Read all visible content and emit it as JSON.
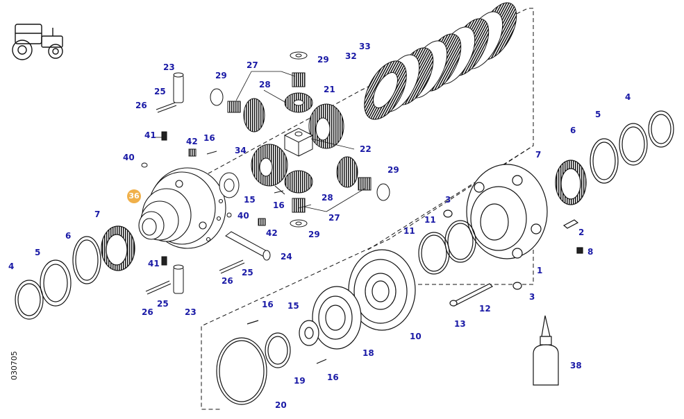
{
  "diagram": {
    "doc_number": "030705",
    "selected_part": "36",
    "accent_color": "#f0b04a",
    "label_color": "#1a1aa6",
    "icons": [
      "tractor-icon",
      "adhesive-bottle-icon"
    ]
  },
  "callouts": [
    {
      "id": "23a",
      "text": "23"
    },
    {
      "id": "25a",
      "text": "25"
    },
    {
      "id": "26a",
      "text": "26"
    },
    {
      "id": "41a",
      "text": "41"
    },
    {
      "id": "40a",
      "text": "40"
    },
    {
      "id": "42a",
      "text": "42"
    },
    {
      "id": "16a",
      "text": "16"
    },
    {
      "id": "34",
      "text": "34"
    },
    {
      "id": "36",
      "text": "36"
    },
    {
      "id": "7a",
      "text": "7"
    },
    {
      "id": "6a",
      "text": "6"
    },
    {
      "id": "5a",
      "text": "5"
    },
    {
      "id": "4a",
      "text": "4"
    },
    {
      "id": "41b",
      "text": "41"
    },
    {
      "id": "25b",
      "text": "25"
    },
    {
      "id": "26b",
      "text": "26"
    },
    {
      "id": "23b",
      "text": "23"
    },
    {
      "id": "26c",
      "text": "26"
    },
    {
      "id": "25c",
      "text": "25"
    },
    {
      "id": "24",
      "text": "24"
    },
    {
      "id": "42b",
      "text": "42"
    },
    {
      "id": "40b",
      "text": "40"
    },
    {
      "id": "15a",
      "text": "15"
    },
    {
      "id": "16b",
      "text": "16"
    },
    {
      "id": "29a",
      "text": "29"
    },
    {
      "id": "27a",
      "text": "27"
    },
    {
      "id": "28a",
      "text": "28"
    },
    {
      "id": "29b",
      "text": "29"
    },
    {
      "id": "21",
      "text": "21"
    },
    {
      "id": "22",
      "text": "22"
    },
    {
      "id": "29c",
      "text": "29"
    },
    {
      "id": "28b",
      "text": "28"
    },
    {
      "id": "27b",
      "text": "27"
    },
    {
      "id": "29d",
      "text": "29"
    },
    {
      "id": "32",
      "text": "32"
    },
    {
      "id": "33",
      "text": "33"
    },
    {
      "id": "4b",
      "text": "4"
    },
    {
      "id": "5b",
      "text": "5"
    },
    {
      "id": "6b",
      "text": "6"
    },
    {
      "id": "7b",
      "text": "7"
    },
    {
      "id": "3a",
      "text": "3"
    },
    {
      "id": "11a",
      "text": "11"
    },
    {
      "id": "11b",
      "text": "11"
    },
    {
      "id": "2",
      "text": "2"
    },
    {
      "id": "8",
      "text": "8"
    },
    {
      "id": "1",
      "text": "1"
    },
    {
      "id": "3b",
      "text": "3"
    },
    {
      "id": "12",
      "text": "12"
    },
    {
      "id": "13",
      "text": "13"
    },
    {
      "id": "10",
      "text": "10"
    },
    {
      "id": "16c",
      "text": "16"
    },
    {
      "id": "15b",
      "text": "15"
    },
    {
      "id": "18",
      "text": "18"
    },
    {
      "id": "19",
      "text": "19"
    },
    {
      "id": "16d",
      "text": "16"
    },
    {
      "id": "20",
      "text": "20"
    },
    {
      "id": "38",
      "text": "38"
    }
  ]
}
